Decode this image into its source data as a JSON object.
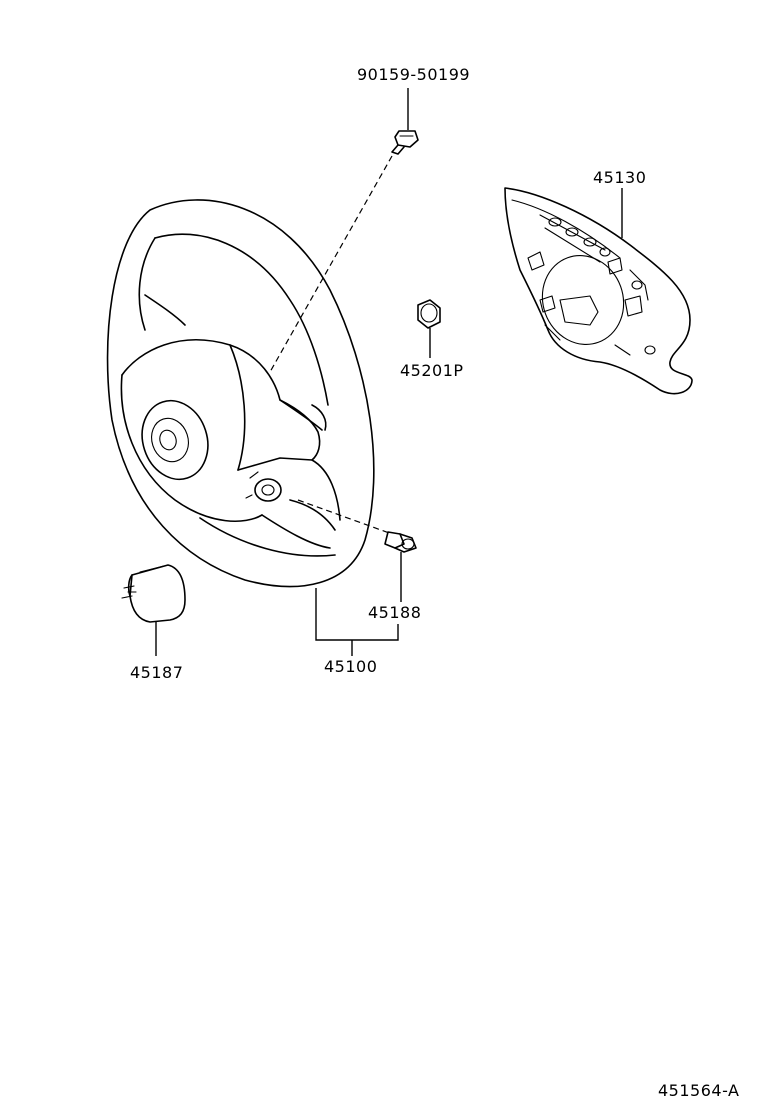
{
  "diagram": {
    "labels": {
      "bolt": "90159-50199",
      "pad": "45130",
      "nut": "45201P",
      "screw": "45188",
      "wheel": "45100",
      "cover": "45187"
    },
    "reference": "451564-A"
  }
}
